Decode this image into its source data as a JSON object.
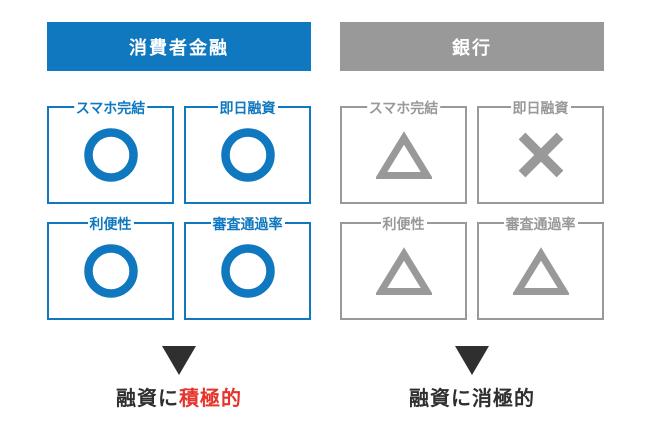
{
  "colors": {
    "accent_consumer": "#0f78bf",
    "accent_bank": "#999999",
    "emphasis_red": "#e5342b",
    "dark_text": "#2f2f2f",
    "header_text": "#ffffff",
    "background": "#ffffff"
  },
  "panels": [
    {
      "id": "consumer-finance",
      "title": "消費者金融",
      "theme_color": "#0f78bf",
      "items": [
        {
          "label": "スマホ完結",
          "rating": "circle"
        },
        {
          "label": "即日融資",
          "rating": "circle"
        },
        {
          "label": "利便性",
          "rating": "circle"
        },
        {
          "label": "審査通過率",
          "rating": "circle"
        }
      ],
      "arrow_icon": "down-arrow",
      "caption": {
        "prefix": "融資に",
        "emphasis": "積極的",
        "emphasis_color": "#e5342b"
      }
    },
    {
      "id": "bank",
      "title": "銀行",
      "theme_color": "#999999",
      "items": [
        {
          "label": "スマホ完結",
          "rating": "triangle"
        },
        {
          "label": "即日融資",
          "rating": "cross"
        },
        {
          "label": "利便性",
          "rating": "triangle"
        },
        {
          "label": "審査通過率",
          "rating": "triangle"
        }
      ],
      "arrow_icon": "down-arrow",
      "caption": {
        "prefix": "融資に",
        "emphasis": "消極的",
        "emphasis_color": "#2f2f2f"
      }
    }
  ]
}
